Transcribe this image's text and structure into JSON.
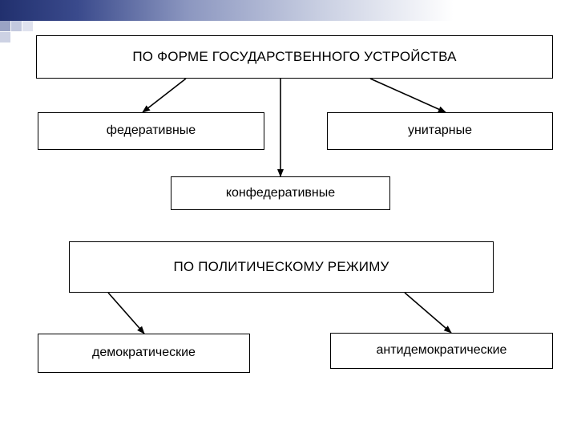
{
  "slide": {
    "background_color": "#ffffff",
    "decoration": {
      "bar_gradient_from": "#21306e",
      "bar_gradient_to": "#ffffff",
      "square_color": "#b9c0d8"
    }
  },
  "diagram": {
    "type": "flowchart",
    "line_color": "#000000",
    "groups": [
      {
        "id": "form-of-government",
        "title": "ПО ФОРМЕ ГОСУДАРСТВЕННОГО УСТРОЙСТВА",
        "children": [
          "федеративные",
          "унитарные",
          "конфедеративные"
        ]
      },
      {
        "id": "political-regime",
        "title": "ПО ПОЛИТИЧЕСКОМУ РЕЖИМУ",
        "children": [
          "демократические",
          "антидемократические"
        ]
      }
    ],
    "nodes": [
      {
        "id": "title-1",
        "label": "ПО ФОРМЕ ГОСУДАРСТВЕННОГО УСТРОЙСТВА"
      },
      {
        "id": "leaf-federative",
        "label": "федеративные"
      },
      {
        "id": "leaf-unitary",
        "label": "унитарные"
      },
      {
        "id": "leaf-confederative",
        "label": "конфедеративные"
      },
      {
        "id": "title-2",
        "label": "ПО ПОЛИТИЧЕСКОМУ РЕЖИМУ"
      },
      {
        "id": "leaf-democratic",
        "label": "демократические"
      },
      {
        "id": "leaf-antidemocratic",
        "label": "антидемократические"
      }
    ]
  }
}
